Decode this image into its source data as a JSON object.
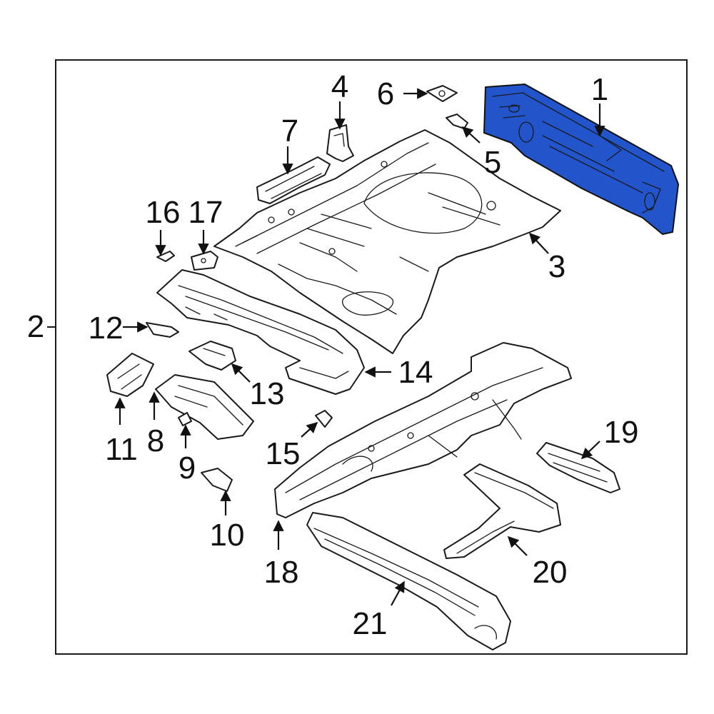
{
  "highlight_color": "#2255cc",
  "line_color": "#1a1a1a",
  "callouts": [
    {
      "id": "1",
      "label": "1"
    },
    {
      "id": "2",
      "label": "2"
    },
    {
      "id": "3",
      "label": "3"
    },
    {
      "id": "4",
      "label": "4"
    },
    {
      "id": "5",
      "label": "5"
    },
    {
      "id": "6",
      "label": "6"
    },
    {
      "id": "7",
      "label": "7"
    },
    {
      "id": "8",
      "label": "8"
    },
    {
      "id": "9",
      "label": "9"
    },
    {
      "id": "10",
      "label": "10"
    },
    {
      "id": "11",
      "label": "11"
    },
    {
      "id": "12",
      "label": "12"
    },
    {
      "id": "13",
      "label": "13"
    },
    {
      "id": "14",
      "label": "14"
    },
    {
      "id": "15",
      "label": "15"
    },
    {
      "id": "16",
      "label": "16"
    },
    {
      "id": "17",
      "label": "17"
    },
    {
      "id": "18",
      "label": "18"
    },
    {
      "id": "19",
      "label": "19"
    },
    {
      "id": "20",
      "label": "20"
    },
    {
      "id": "21",
      "label": "21"
    }
  ]
}
